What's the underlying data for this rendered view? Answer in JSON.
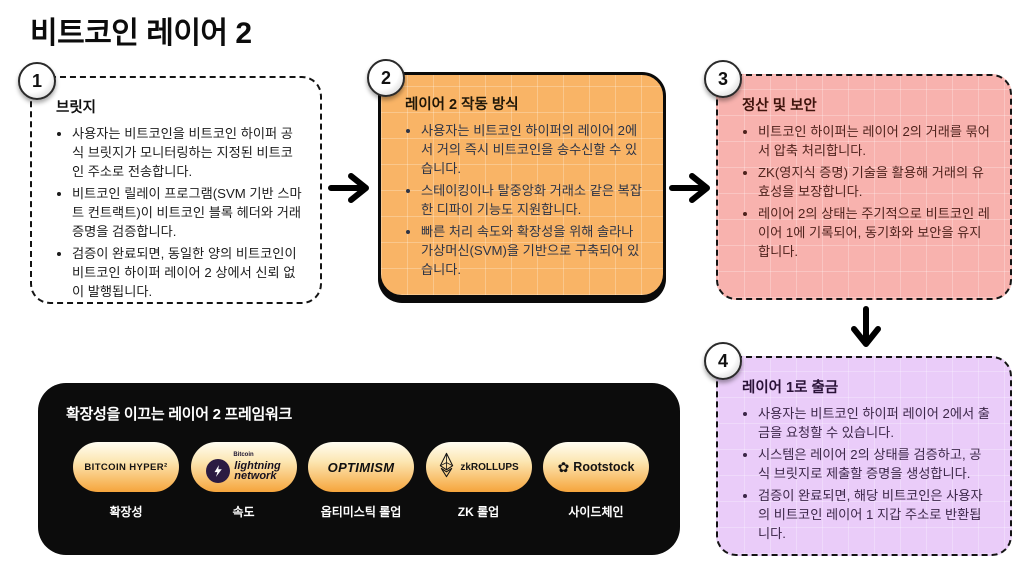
{
  "title": "비트코인 레이어 2",
  "steps": [
    {
      "number": "1",
      "heading": "브릿지",
      "bg": "#ffffff",
      "bullets": [
        "사용자는 비트코인을 비트코인 하이퍼 공식 브릿지가 모니터링하는 지정된 비트코인 주소로 전송합니다.",
        "비트코인 릴레이 프로그램(SVM 기반 스마트 컨트랙트)이 비트코인 블록 헤더와 거래 증명을 검증합니다.",
        "검증이 완료되면, 동일한 양의 비트코인이 비트코인 하이퍼 레이어 2 상에서 신뢰 없이 발행됩니다."
      ]
    },
    {
      "number": "2",
      "heading": "레이어 2 작동 방식",
      "bg": "#f9b466",
      "bullets": [
        "사용자는 비트코인 하이퍼의 레이어 2에서 거의 즉시 비트코인을 송수신할 수 있습니다.",
        "스테이킹이나 탈중앙화 거래소 같은 복잡한 디파이 기능도 지원합니다.",
        "빠른 처리 속도와 확장성을 위해 솔라나 가상머신(SVM)을 기반으로 구축되어 있습니다."
      ]
    },
    {
      "number": "3",
      "heading": "정산 및 보안",
      "bg": "#f8b2ae",
      "bullets": [
        "비트코인 하이퍼는 레이어 2의 거래를 묶어서 압축 처리합니다.",
        "ZK(영지식 증명) 기술을 활용해 거래의 유효성을 보장합니다.",
        "레이어 2의 상태는 주기적으로 비트코인 레이어 1에 기록되어, 동기화와 보안을 유지합니다."
      ]
    },
    {
      "number": "4",
      "heading": "레이어 1로 출금",
      "bg": "#eaccf9",
      "bullets": [
        "사용자는 비트코인 하이퍼 레이어 2에서 출금을 요청할 수 있습니다.",
        "시스템은 레이어 2의 상태를 검증하고, 공식 브릿지로 제출할 증명을 생성합니다.",
        "검증이 완료되면, 해당 비트코인은 사용자의 비트코인 레이어 1 지갑 주소로 반환됩니다."
      ]
    }
  ],
  "framework_panel": {
    "title": "확장성을 이끄는 레이어 2 프레임워크",
    "bg": "#0c0c0c",
    "items": [
      {
        "logo": "BITCOIN HYPER²",
        "label": "확장성"
      },
      {
        "logo_top": "Bitcoin",
        "logo_line1": "lightning",
        "logo_line2": "network",
        "label": "속도"
      },
      {
        "logo": "OPTIMISM",
        "label": "옵티미스틱 롤업"
      },
      {
        "logo": "zkROLLUPS",
        "label": "ZK 롤업"
      },
      {
        "logo": "Rootstock",
        "label": "사이드체인"
      }
    ]
  },
  "colors": {
    "step2_bg": "#f9b466",
    "step3_bg": "#f8b2ae",
    "step4_bg": "#eaccf9",
    "panel_bg": "#0c0c0c",
    "pill_orange": "#f6a53c",
    "lightning_badge": "#2b1b42",
    "arrow": "#000000"
  }
}
